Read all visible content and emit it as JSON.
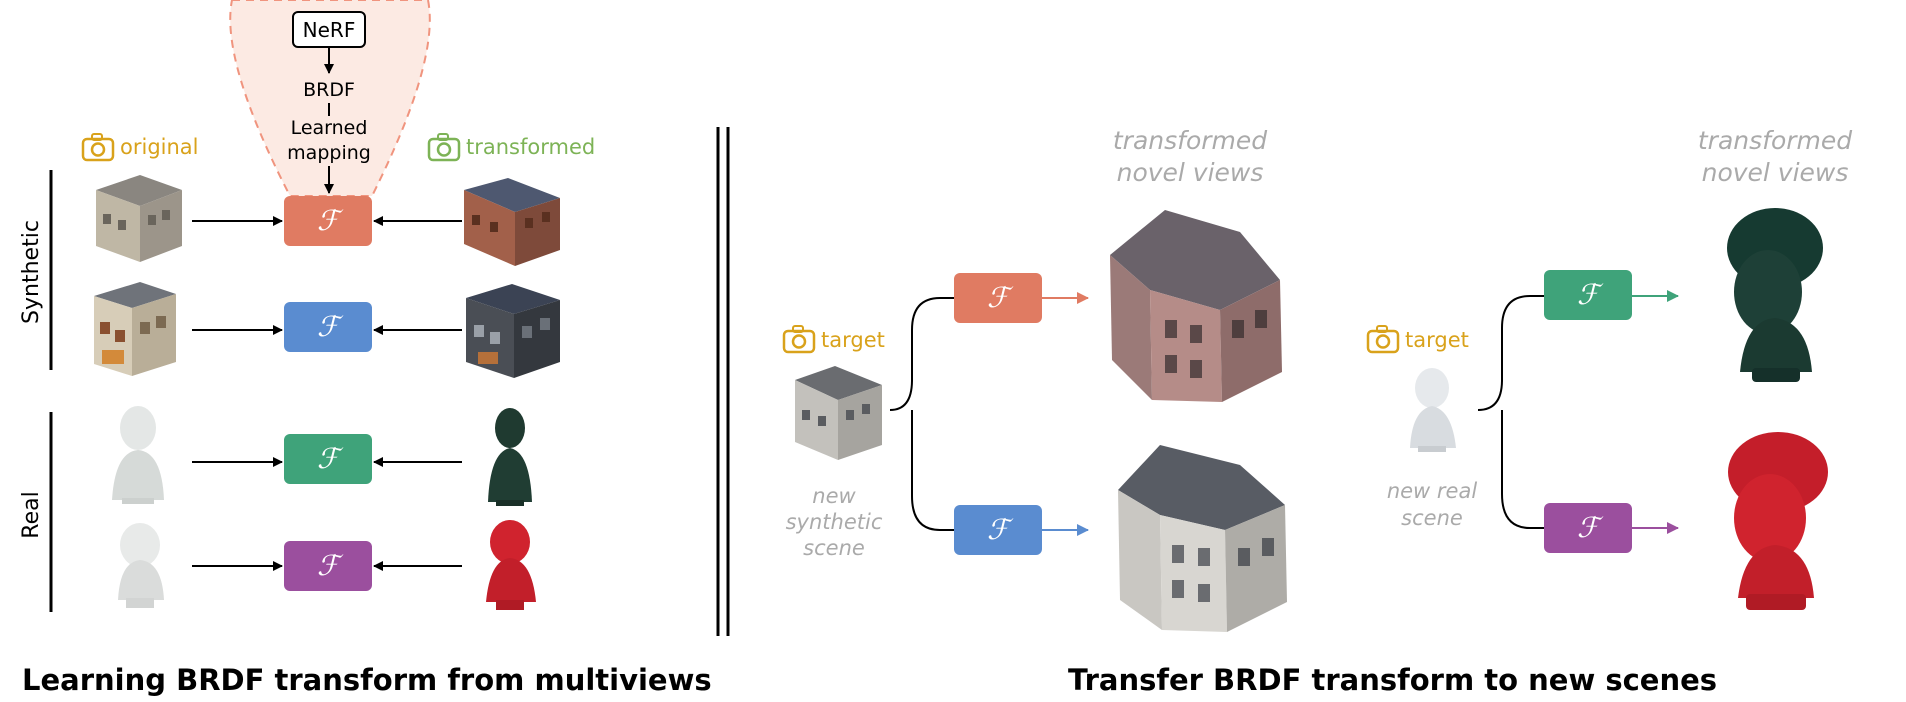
{
  "left_panel": {
    "nerf_label": "NeRF",
    "brdf_label": "BRDF",
    "mapping_label_line1": "Learned",
    "mapping_label_line2": "mapping",
    "original_label": "original",
    "transformed_label": "transformed",
    "row_group_synthetic": "Synthetic",
    "row_group_real": "Real",
    "transform_symbol": "ℱ",
    "caption": "Learning BRDF transform from multiviews"
  },
  "right_panel": {
    "target_label": "target",
    "synthetic_scene_line1": "new",
    "synthetic_scene_line2": "synthetic",
    "synthetic_scene_line3": "scene",
    "real_scene_line1": "new real",
    "real_scene_line2": "scene",
    "novel_views_line1": "transformed",
    "novel_views_line2": "novel views",
    "caption": "Transfer BRDF transform to new scenes"
  },
  "colors": {
    "orange": "#E07B62",
    "blue": "#5A8CD0",
    "green": "#3FA37A",
    "purple": "#9B4F9E",
    "gold": "#D9A21B",
    "green_label": "#7DB356",
    "gray_text": "#AAAAAA",
    "cone_fill": "#FCEAE3",
    "cone_stroke": "#F0947E"
  },
  "icons": {
    "camera": "camera-icon",
    "original_object": "building-thumbnail-icon",
    "bust": "bust-thumbnail-icon"
  }
}
